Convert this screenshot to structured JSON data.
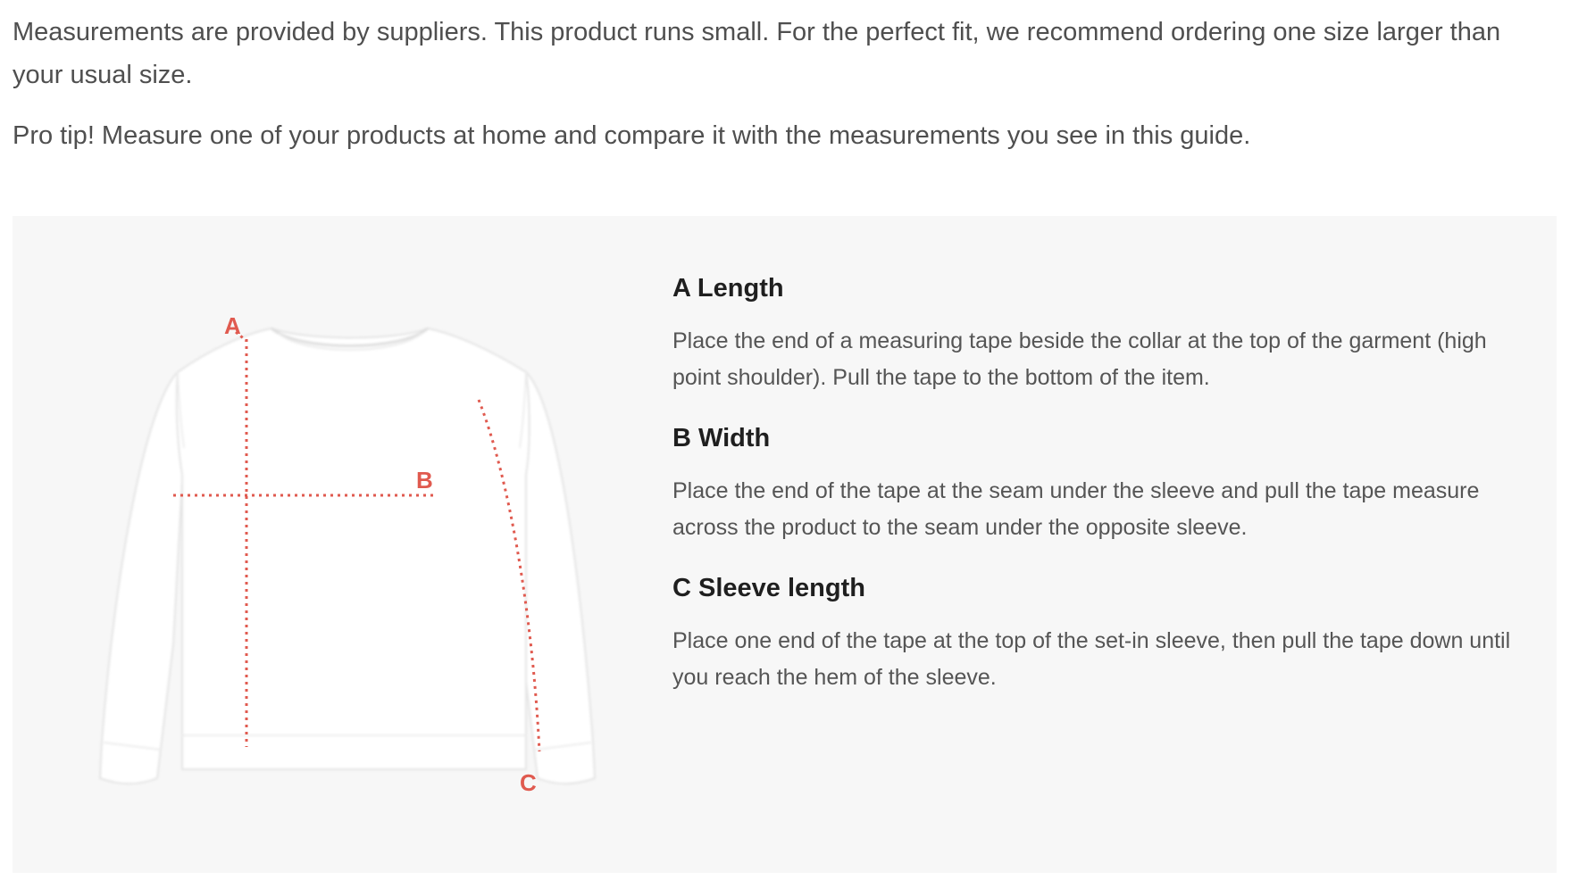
{
  "intro": {
    "fit_note": "Measurements are provided by suppliers. This product runs small. For the perfect fit, we recommend ordering one size larger than your usual size.",
    "pro_tip": "Pro tip! Measure one of your products at home and compare it with the measurements you see in this guide."
  },
  "diagram": {
    "labels": {
      "a": "A",
      "b": "B",
      "c": "C"
    },
    "accent_color": "#e05a4f",
    "garment_color": "#ffffff"
  },
  "measurements": [
    {
      "title": "A Length",
      "description": "Place the end of a measuring tape beside the collar at the top of the garment (high point shoulder). Pull the tape to the bottom of the item."
    },
    {
      "title": "B Width",
      "description": "Place the end of the tape at the seam under the sleeve and pull the tape measure across the product to the seam under the opposite sleeve."
    },
    {
      "title": "C Sleeve length",
      "description": "Place one end of the tape at the top of the set-in sleeve, then pull the tape down until you reach the hem of the sleeve."
    }
  ]
}
